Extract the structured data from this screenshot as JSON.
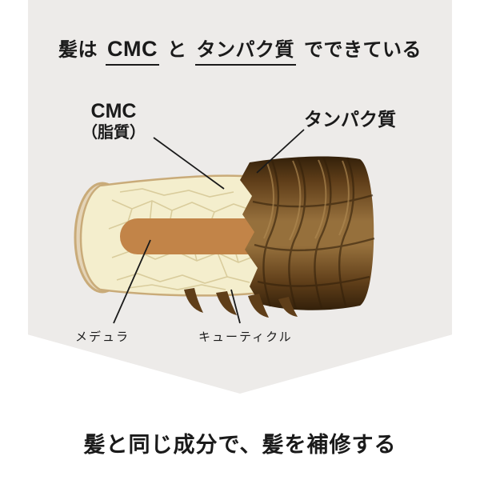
{
  "title": {
    "prefix": "髪は",
    "term_cmc": "CMC",
    "connector": "と",
    "term_protein": "タンパク質",
    "suffix": "でできている"
  },
  "labels": {
    "cmc_line1": "CMC",
    "cmc_line2": "（脂質）",
    "protein": "タンパク質",
    "medulla": "メデュラ",
    "cuticle": "キューティクル"
  },
  "footer": "髪と同じ成分で、髪を補修する",
  "colors": {
    "chevron": "#edebe9",
    "text": "#1a1a1a",
    "pointer": "#1a1a1a",
    "cuticle_darkest": "#33200a",
    "cuticle_dark": "#5f3e19",
    "cuticle_mid": "#96703c",
    "cuticle_light": "#b08a52",
    "rim": "#e4d4b8",
    "cortex": "#f4eecd",
    "cortex_line": "#d9cc9c",
    "cortex_outline": "#c9ab79",
    "medulla": "#c28448"
  }
}
